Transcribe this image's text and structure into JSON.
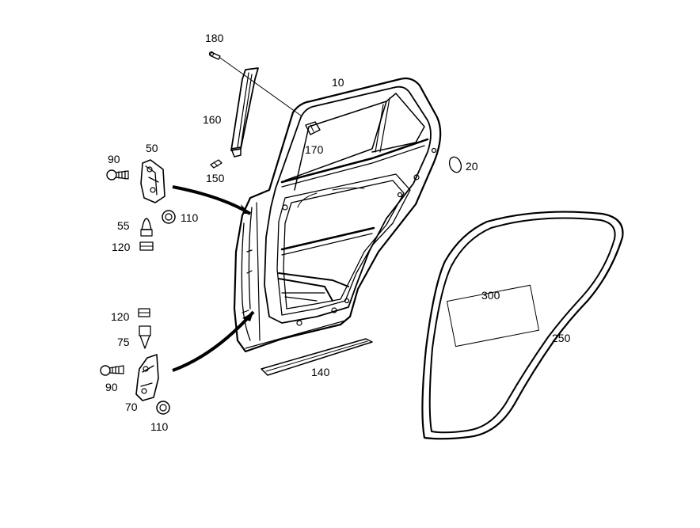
{
  "parts": [
    {
      "id": "door-shell",
      "label": "10"
    },
    {
      "id": "plug",
      "label": "20"
    },
    {
      "id": "upper-hinge",
      "label": "50"
    },
    {
      "id": "upper-hinge-pin",
      "label": "55"
    },
    {
      "id": "lower-hinge",
      "label": "70"
    },
    {
      "id": "lower-hinge-pin",
      "label": "75"
    },
    {
      "id": "upper-hinge-bolt",
      "label": "90"
    },
    {
      "id": "lower-hinge-bolt",
      "label": "90"
    },
    {
      "id": "upper-hinge-nut",
      "label": "110"
    },
    {
      "id": "lower-hinge-nut",
      "label": "110"
    },
    {
      "id": "upper-pin-cap",
      "label": "120"
    },
    {
      "id": "lower-pin-cap",
      "label": "120"
    },
    {
      "id": "sill-trim-strip",
      "label": "140"
    },
    {
      "id": "window-channel-trim",
      "label": "150"
    },
    {
      "id": "trim-clip",
      "label": "160"
    },
    {
      "id": "clip",
      "label": "170"
    },
    {
      "id": "pin",
      "label": "180"
    },
    {
      "id": "door-seal",
      "label": "250"
    },
    {
      "id": "seal-tape",
      "label": "300"
    }
  ]
}
